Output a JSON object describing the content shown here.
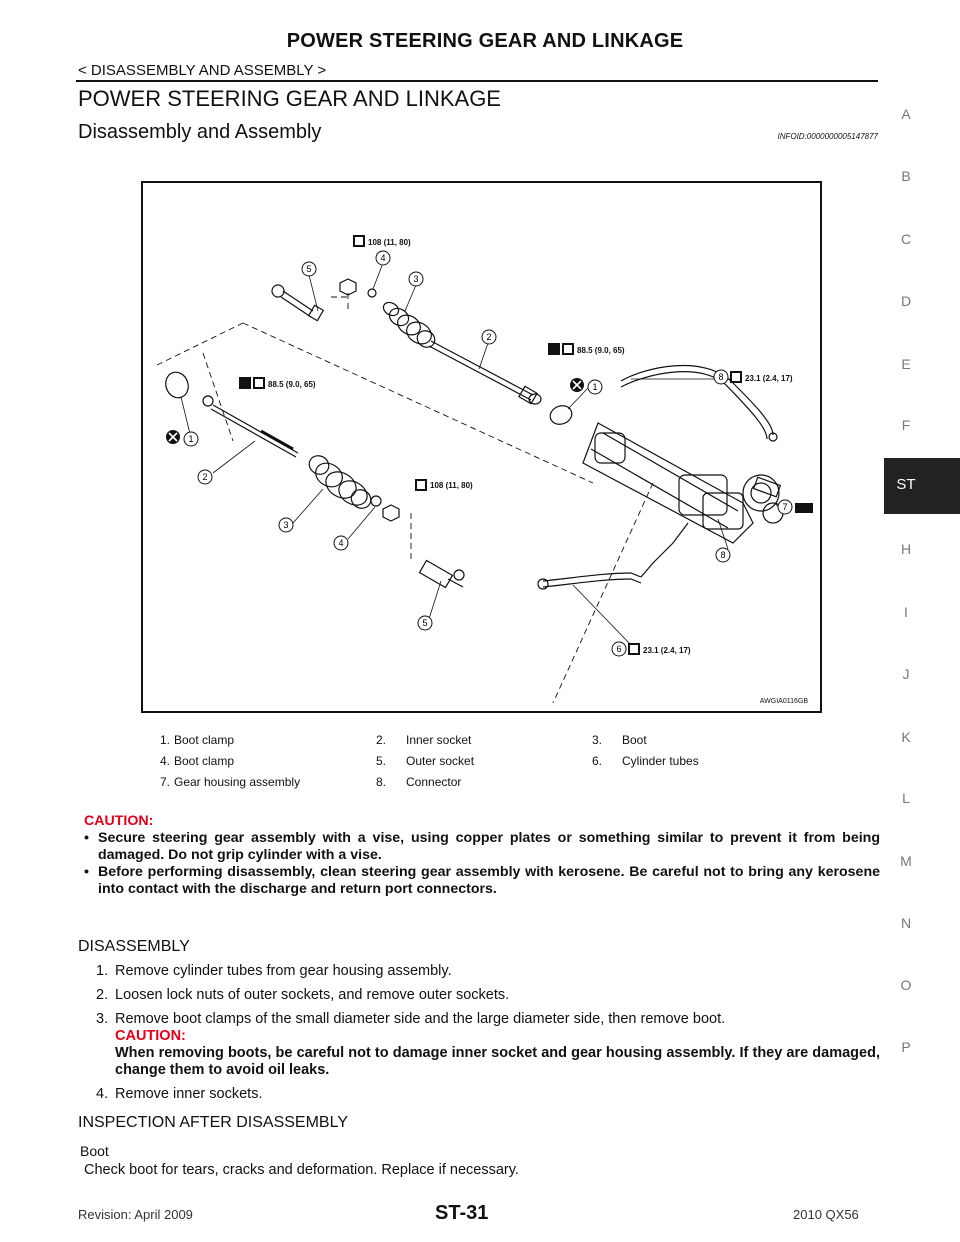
{
  "header": {
    "title": "POWER STEERING GEAR AND LINKAGE",
    "breadcrumb": "< DISASSEMBLY AND ASSEMBLY >"
  },
  "section": {
    "title": "POWER STEERING GEAR AND LINKAGE",
    "subtitle": "Disassembly and Assembly",
    "info_id": "INFOID:0000000005147877"
  },
  "figure": {
    "id": "AWGIA0116GB",
    "torque_labels": {
      "t108_top": "108 (11, 80)",
      "t88_right": "88.5 (9.0, 65)",
      "t88_left": "88.5 (9.0, 65)",
      "t23_top": "23.1 (2.4, 17)",
      "t108_mid": "108 (11, 80)",
      "t23_bottom": "23.1 (2.4, 17)"
    },
    "callouts": [
      "1",
      "2",
      "3",
      "4",
      "5",
      "6",
      "7",
      "8"
    ]
  },
  "legend": [
    [
      {
        "num": "1.",
        "text": "Boot clamp"
      },
      {
        "num": "2.",
        "text": "Inner socket"
      },
      {
        "num": "3.",
        "text": "Boot"
      }
    ],
    [
      {
        "num": "4.",
        "text": "Boot clamp"
      },
      {
        "num": "5.",
        "text": "Outer socket"
      },
      {
        "num": "6.",
        "text": "Cylinder tubes"
      }
    ],
    [
      {
        "num": "7.",
        "text": "Gear housing assembly"
      },
      {
        "num": "8.",
        "text": "Connector"
      }
    ]
  ],
  "caution": {
    "label": "CAUTION:",
    "items": [
      "Secure steering gear assembly with a vise, using copper plates or something similar to prevent it from being damaged. Do not grip cylinder with a vise.",
      "Before performing disassembly, clean steering gear assembly with kerosene. Be careful not to bring any kerosene into contact with the discharge and return port connectors."
    ]
  },
  "disassembly": {
    "heading": "DISASSEMBLY",
    "steps": [
      {
        "num": "1.",
        "text": "Remove cylinder tubes from gear housing assembly."
      },
      {
        "num": "2.",
        "text": "Loosen lock nuts of outer sockets, and remove outer sockets."
      },
      {
        "num": "3.",
        "text": "Remove boot clamps of the small diameter side and the large diameter side, then remove boot.",
        "caution_label": "CAUTION:",
        "caution_text": "When removing boots, be careful not to damage inner socket and gear housing assembly. If they are damaged, change them to avoid oil leaks."
      },
      {
        "num": "4.",
        "text": "Remove inner sockets."
      }
    ]
  },
  "inspection": {
    "heading": "INSPECTION AFTER DISASSEMBLY",
    "boot_label": "Boot",
    "boot_text": "Check boot for tears, cracks and deformation. Replace if necessary."
  },
  "footer": {
    "revision": "Revision: April 2009",
    "page": "ST-31",
    "model": "2010 QX56"
  },
  "side_index": {
    "letters": [
      "A",
      "B",
      "C",
      "D",
      "E",
      "F",
      "H",
      "I",
      "J",
      "K",
      "L",
      "M",
      "N",
      "O",
      "P"
    ],
    "active": "ST"
  }
}
